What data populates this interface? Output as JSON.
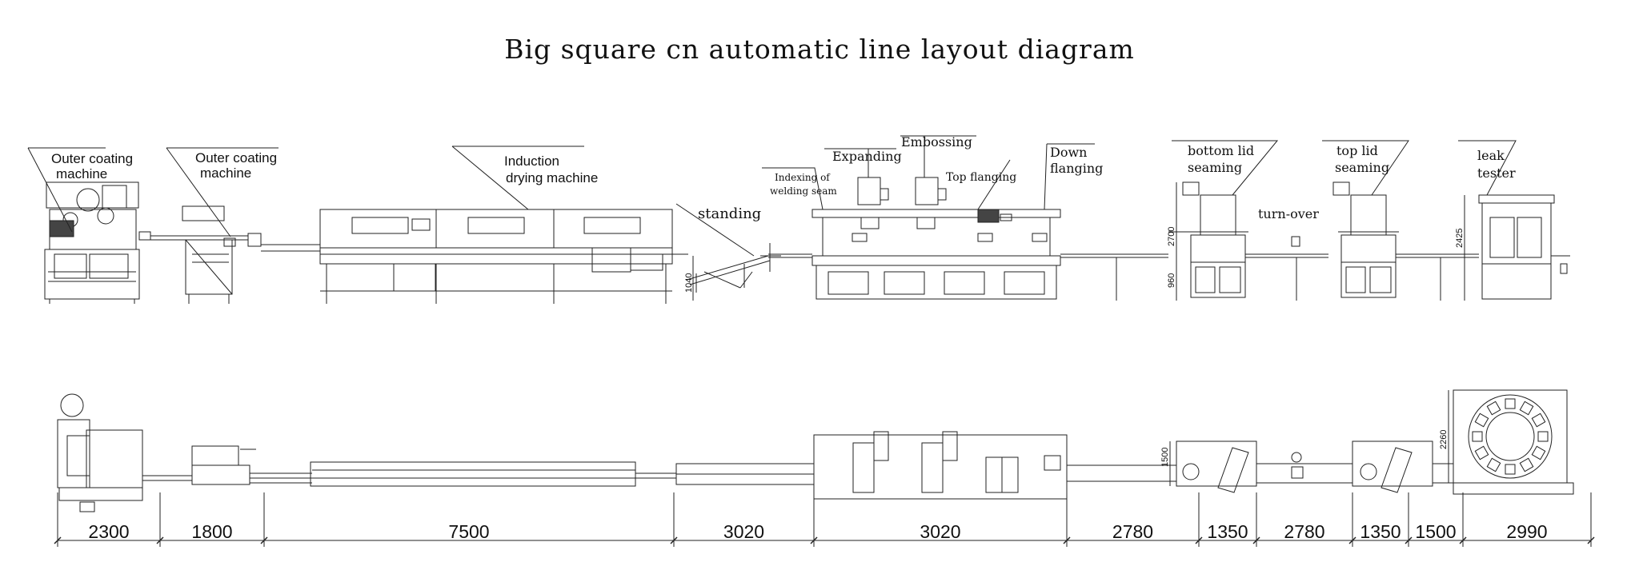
{
  "title": "Big square cn automatic line layout diagram",
  "labels": {
    "outer_coating_1": [
      "Outer coating",
      "machine"
    ],
    "outer_coating_2": [
      "Outer coating",
      "machine"
    ],
    "induction": [
      "Induction",
      "drying machine"
    ],
    "standing": "standing",
    "indexing": [
      "Indexing of",
      "welding seam"
    ],
    "expanding": "Expanding",
    "embossing": "Embossing",
    "top_flanging": "Top flanging",
    "down_flanging": [
      "Down",
      "flanging"
    ],
    "bottom_lid": [
      "bottom lid",
      "seaming"
    ],
    "turn_over": "turn-over",
    "top_lid": [
      "top lid",
      "seaming"
    ],
    "leak_tester": [
      "leak",
      "tester"
    ]
  },
  "vertical_dims": {
    "h1040": "1040",
    "h2700": "2700",
    "h960": "960",
    "h2425": "2425",
    "h1500": "1500",
    "h2260": "2260"
  },
  "dimensions": [
    "2300",
    "1800",
    "7500",
    "3020",
    "3020",
    "2780",
    "1350",
    "2780",
    "1350",
    "1500",
    "2990"
  ]
}
